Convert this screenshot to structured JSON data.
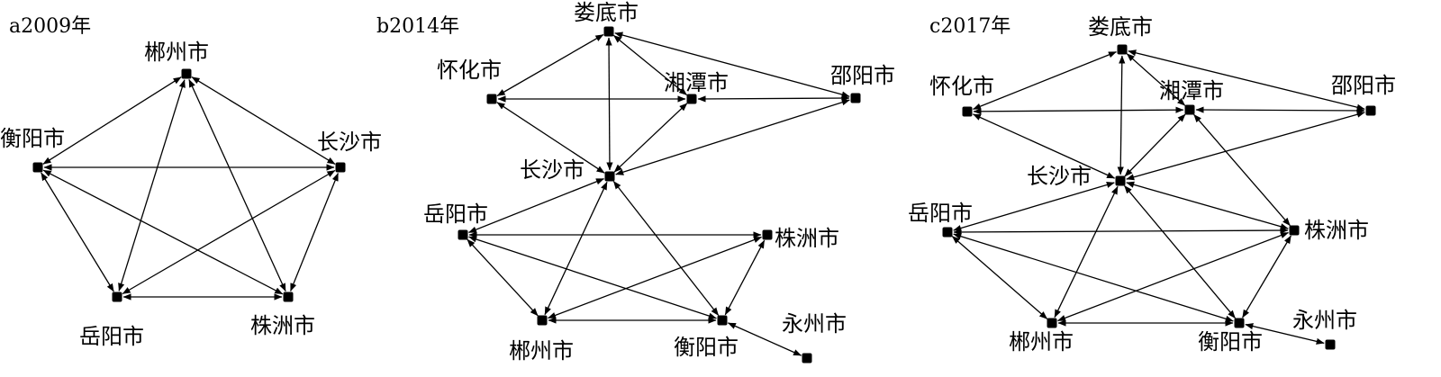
{
  "panels": [
    {
      "id": "a",
      "label": "a2009年",
      "nodes": [
        {
          "id": "chenzhou",
          "name": "郴州市"
        },
        {
          "id": "hengyang",
          "name": "衡阳市"
        },
        {
          "id": "changsha",
          "name": "长沙市"
        },
        {
          "id": "yueyang",
          "name": "岳阳市"
        },
        {
          "id": "zhuzhou",
          "name": "株洲市"
        }
      ],
      "edges": [
        [
          "chenzhou",
          "hengyang"
        ],
        [
          "chenzhou",
          "changsha"
        ],
        [
          "chenzhou",
          "yueyang"
        ],
        [
          "chenzhou",
          "zhuzhou"
        ],
        [
          "hengyang",
          "changsha"
        ],
        [
          "hengyang",
          "yueyang"
        ],
        [
          "hengyang",
          "zhuzhou"
        ],
        [
          "changsha",
          "yueyang"
        ],
        [
          "changsha",
          "zhuzhou"
        ],
        [
          "yueyang",
          "zhuzhou"
        ]
      ]
    },
    {
      "id": "b",
      "label": "b2014年",
      "nodes": [
        {
          "id": "loudi",
          "name": "娄底市"
        },
        {
          "id": "huaihua",
          "name": "怀化市"
        },
        {
          "id": "xiangtan",
          "name": "湘潭市"
        },
        {
          "id": "shaoyang",
          "name": "邵阳市"
        },
        {
          "id": "changsha",
          "name": "长沙市"
        },
        {
          "id": "yueyang",
          "name": "岳阳市"
        },
        {
          "id": "zhuzhou",
          "name": "株洲市"
        },
        {
          "id": "chenzhou",
          "name": "郴州市"
        },
        {
          "id": "hengyang",
          "name": "衡阳市"
        },
        {
          "id": "yongzhou",
          "name": "永州市"
        }
      ],
      "edges": [
        [
          "loudi",
          "huaihua"
        ],
        [
          "loudi",
          "xiangtan"
        ],
        [
          "loudi",
          "shaoyang"
        ],
        [
          "loudi",
          "changsha"
        ],
        [
          "huaihua",
          "xiangtan"
        ],
        [
          "huaihua",
          "changsha"
        ],
        [
          "xiangtan",
          "shaoyang"
        ],
        [
          "xiangtan",
          "changsha"
        ],
        [
          "shaoyang",
          "changsha"
        ],
        [
          "changsha",
          "yueyang"
        ],
        [
          "changsha",
          "chenzhou"
        ],
        [
          "changsha",
          "hengyang"
        ],
        [
          "yueyang",
          "zhuzhou"
        ],
        [
          "yueyang",
          "chenzhou"
        ],
        [
          "yueyang",
          "hengyang"
        ],
        [
          "zhuzhou",
          "chenzhou"
        ],
        [
          "zhuzhou",
          "hengyang"
        ],
        [
          "chenzhou",
          "hengyang"
        ],
        [
          "hengyang",
          "yongzhou"
        ]
      ]
    },
    {
      "id": "c",
      "label": "c2017年",
      "nodes": [
        {
          "id": "loudi",
          "name": "娄底市"
        },
        {
          "id": "huaihua",
          "name": "怀化市"
        },
        {
          "id": "xiangtan",
          "name": "湘潭市"
        },
        {
          "id": "shaoyang",
          "name": "邵阳市"
        },
        {
          "id": "changsha",
          "name": "长沙市"
        },
        {
          "id": "yueyang",
          "name": "岳阳市"
        },
        {
          "id": "zhuzhou",
          "name": "株洲市"
        },
        {
          "id": "chenzhou",
          "name": "郴州市"
        },
        {
          "id": "hengyang",
          "name": "衡阳市"
        },
        {
          "id": "yongzhou",
          "name": "永州市"
        }
      ],
      "edges": [
        [
          "loudi",
          "huaihua"
        ],
        [
          "loudi",
          "xiangtan"
        ],
        [
          "loudi",
          "shaoyang"
        ],
        [
          "loudi",
          "changsha"
        ],
        [
          "huaihua",
          "xiangtan"
        ],
        [
          "huaihua",
          "changsha"
        ],
        [
          "xiangtan",
          "shaoyang"
        ],
        [
          "xiangtan",
          "changsha"
        ],
        [
          "xiangtan",
          "zhuzhou"
        ],
        [
          "shaoyang",
          "changsha"
        ],
        [
          "changsha",
          "yueyang"
        ],
        [
          "changsha",
          "zhuzhou"
        ],
        [
          "changsha",
          "chenzhou"
        ],
        [
          "changsha",
          "hengyang"
        ],
        [
          "yueyang",
          "zhuzhou"
        ],
        [
          "yueyang",
          "chenzhou"
        ],
        [
          "yueyang",
          "hengyang"
        ],
        [
          "zhuzhou",
          "chenzhou"
        ],
        [
          "zhuzhou",
          "hengyang"
        ],
        [
          "chenzhou",
          "hengyang"
        ],
        [
          "hengyang",
          "yongzhou"
        ]
      ]
    }
  ]
}
